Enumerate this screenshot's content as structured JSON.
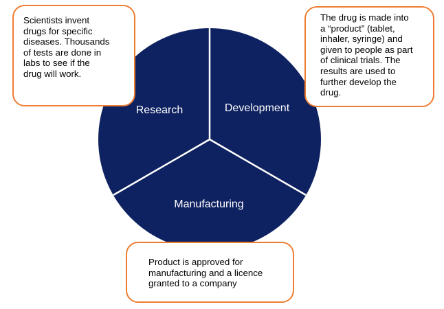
{
  "segments": [
    {
      "key": "research",
      "label": "Research"
    },
    {
      "key": "development",
      "label": "Development"
    },
    {
      "key": "manufacturing",
      "label": "Manufacturing"
    }
  ],
  "callouts": {
    "research": "Scientists invent\ndrugs for specific\ndiseases. Thousands\nof tests are done in\nlabs to see if the\ndrug will work.",
    "development": "The drug is made into\na “product” (tablet,\ninhaler, syringe) and\ngiven to people as part\nof clinical trials. The\nresults are used to\nfurther develop the\ndrug.",
    "manufacturing": "Product is approved for\nmanufacturing and a licence\ngranted to a company"
  },
  "colors": {
    "pie_fill": "#0E2160",
    "divider": "#ffffff",
    "callout_border": "#ED7D31",
    "label_text": "#ffffff"
  }
}
